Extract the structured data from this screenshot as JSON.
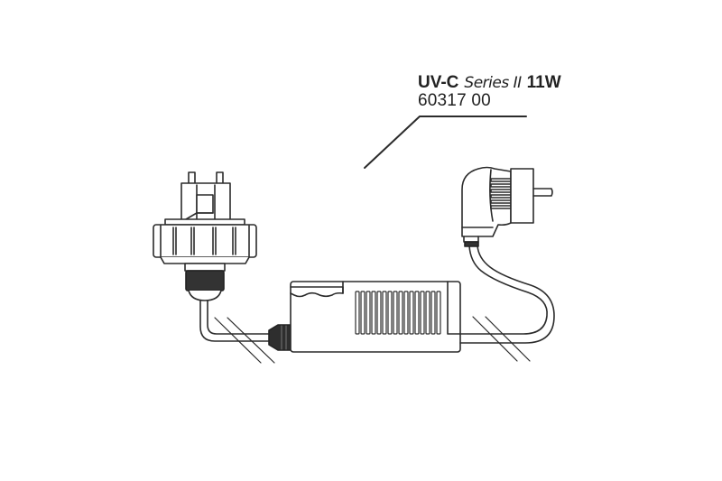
{
  "product": {
    "name": "UV-C",
    "series": "Series II",
    "wattage": "11W",
    "part_number": "60317 00"
  },
  "diagram": {
    "components": [
      "lamp-socket-connector",
      "ballast-unit",
      "mains-plug",
      "cables"
    ],
    "colors": {
      "line": "#2b2b2b",
      "background": "#ffffff",
      "dark_fill": "#333333"
    }
  }
}
